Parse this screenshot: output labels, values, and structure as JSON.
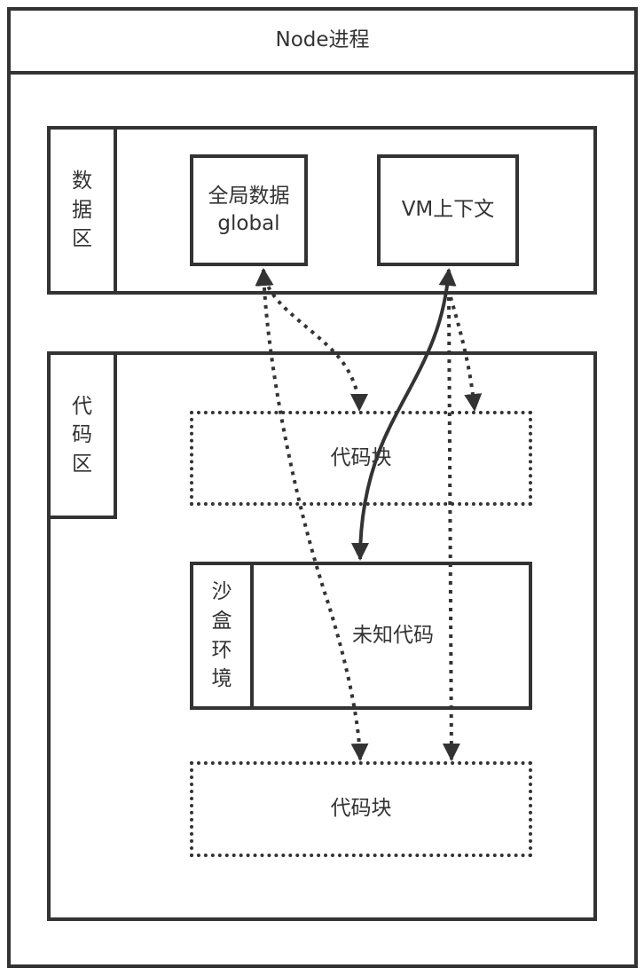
{
  "title": "Node进程",
  "data_area": {
    "label": [
      "数",
      "据",
      "区"
    ],
    "global_box": {
      "line1": "全局数据",
      "line2": "global"
    },
    "vm_box": {
      "text": "VM上下文"
    }
  },
  "code_area": {
    "label": [
      "代",
      "码",
      "区"
    ],
    "code_block_1": {
      "text": "代码块"
    },
    "sandbox": {
      "label": [
        "沙",
        "盒",
        "环",
        "境"
      ],
      "text": "未知代码"
    },
    "code_block_2": {
      "text": "代码块"
    }
  },
  "edges": [
    {
      "from": "global",
      "to": "code_block_1",
      "style": "dotted",
      "direction": "bidirectional"
    },
    {
      "from": "global",
      "to": "code_block_2",
      "style": "dotted",
      "direction": "bidirectional"
    },
    {
      "from": "vm_context",
      "to": "sandbox",
      "style": "solid",
      "direction": "bidirectional"
    },
    {
      "from": "vm_context",
      "to": "code_block_1",
      "style": "dotted",
      "direction": "bidirectional"
    },
    {
      "from": "vm_context",
      "to": "code_block_2",
      "style": "dotted",
      "direction": "bidirectional"
    }
  ],
  "colors": {
    "stroke": "#333333",
    "background": "#ffffff"
  }
}
